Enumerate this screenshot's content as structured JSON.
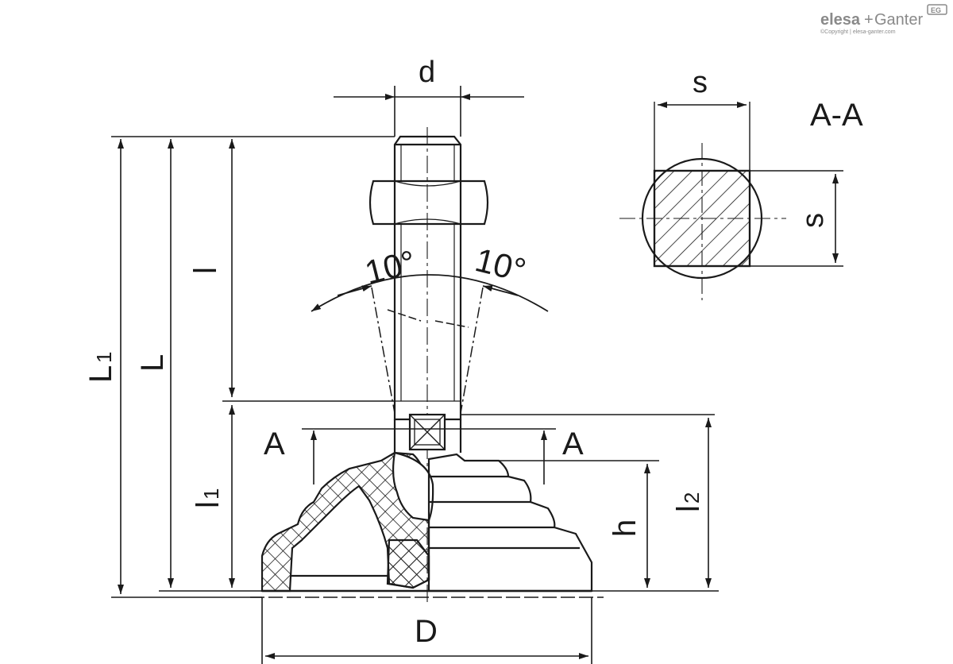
{
  "brand": {
    "name_left": "elesa",
    "name_plus": "+",
    "name_right": "Ganter",
    "badge": "EG",
    "copyright": "©Copyright | elesa-ganter.com"
  },
  "labels": {
    "d": "d",
    "s_top": "s",
    "s_side": "s",
    "section": "A-A",
    "angle_left": "10°",
    "angle_right": "10°",
    "l": "l",
    "L": "L",
    "L1_main": "L",
    "L1_sub": "1",
    "l1_main": "l",
    "l1_sub": "1",
    "l2_main": "l",
    "l2_sub": "2",
    "h": "h",
    "A_left": "A",
    "A_right": "A",
    "D": "D"
  },
  "colors": {
    "line": "#1a1a1a",
    "logo": "#8a8a8a"
  }
}
